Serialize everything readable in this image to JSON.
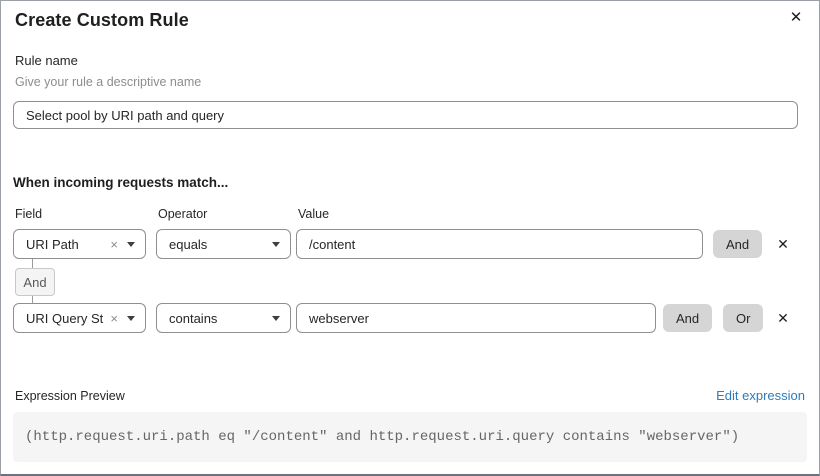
{
  "modal": {
    "title": "Create Custom Rule"
  },
  "icons": {
    "close": "✕",
    "remove_condition": "✕",
    "clear_selection": "×"
  },
  "rule_name": {
    "label": "Rule name",
    "help": "Give your rule a descriptive name",
    "value": "Select pool by URI path and query"
  },
  "matcher": {
    "heading": "When incoming requests match...",
    "columns": {
      "field": "Field",
      "operator": "Operator",
      "value": "Value"
    },
    "connector_label": "And",
    "rows": [
      {
        "field": "URI Path",
        "operator": "equals",
        "value": "/content",
        "buttons": [
          "And"
        ]
      },
      {
        "field": "URI Query St...",
        "operator": "contains",
        "value": "webserver",
        "buttons": [
          "And",
          "Or"
        ]
      }
    ]
  },
  "expression": {
    "label": "Expression Preview",
    "edit_link": "Edit expression",
    "code": "(http.request.uri.path eq \"/content\" and http.request.uri.query contains \"webserver\")"
  },
  "colors": {
    "link": "#2e7cba",
    "button_bg": "#d5d5d5",
    "code_bg": "#f5f5f5",
    "border": "#8f8f8f",
    "muted_text": "#8d8d8d"
  }
}
